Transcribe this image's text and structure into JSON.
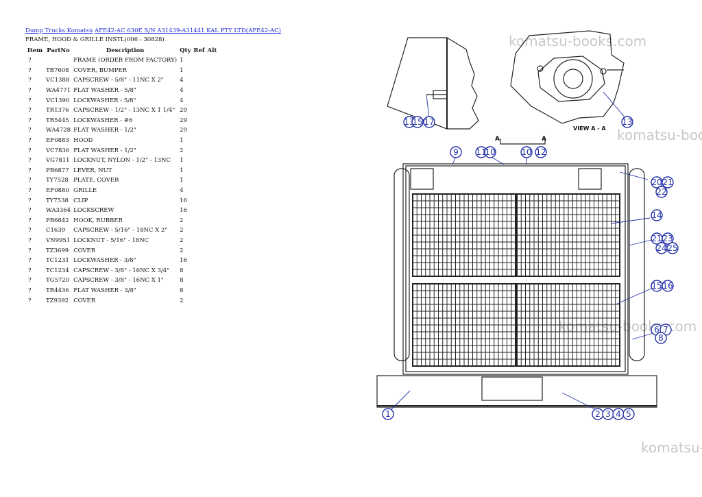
{
  "breadcrumb": {
    "link1": "Dump Trucks Komatsu",
    "link2": "AFE42-AC 630E S/N A31439-A31441 KAL PTY LTD(AFE42-AC)"
  },
  "page_title": "FRAME, HOOD & GRILLE INSTL(006 : 30828)",
  "table": {
    "headers": [
      "Item",
      "PartNo",
      "Description",
      "Qty",
      "Ref",
      "Alt"
    ],
    "rows": [
      [
        "?",
        "",
        "FRAME (ORDER FROM FACTORY)",
        "1"
      ],
      [
        "?",
        "TB7608",
        "COVER, BUMPER",
        "1"
      ],
      [
        "?",
        "VC1388",
        "CAPSCREW - 5/8\" - 11NC X 2\"",
        "4"
      ],
      [
        "?",
        "WA4771",
        "FLAT WASHER - 5/8\"",
        "4"
      ],
      [
        "?",
        "VC1390",
        "LOCKWASHER - 5/8\"",
        "4"
      ],
      [
        "?",
        "TR1376",
        "CAPSCREW - 1/2\" - 13NC X 1 1/4\"",
        "29"
      ],
      [
        "?",
        "TR5445",
        "LOCKWASHER - #6",
        "29"
      ],
      [
        "?",
        "WA4728",
        "FLAT WASHER - 1/2\"",
        "29"
      ],
      [
        "?",
        "EF0883",
        "HOOD",
        "1"
      ],
      [
        "?",
        "VC7836",
        "FLAT WASHER - 1/2\"",
        "2"
      ],
      [
        "?",
        "VG7811",
        "LOCKNUT, NYLON - 1/2\" - 13NC",
        "1"
      ],
      [
        "?",
        "PB6877",
        "LEVER, NUT",
        "1"
      ],
      [
        "?",
        "TY7528",
        "PLATE, COVER",
        "1"
      ],
      [
        "?",
        "EF0880",
        "GRILLE",
        "4"
      ],
      [
        "?",
        "TY7538",
        "CLIP",
        "16"
      ],
      [
        "?",
        "WA3364",
        "LOCKSCREW",
        "16"
      ],
      [
        "?",
        "PB6842",
        "HOOK, RUBBER",
        "2"
      ],
      [
        "?",
        "C1639",
        "CAPSCREW - 5/16\" - 18NC X 2\"",
        "2"
      ],
      [
        "?",
        "VN9951",
        "LOCKNUT - 5/16\" - 18NC",
        "2"
      ],
      [
        "?",
        "TZ3699",
        "COVER",
        "2"
      ],
      [
        "?",
        "TC1231",
        "LOCKWASHER - 3/8\"",
        "16"
      ],
      [
        "?",
        "TC1234",
        "CAPSCREW - 3/8\" - 16NC X 3/4\"",
        "8"
      ],
      [
        "?",
        "TG5720",
        "CAPSCREW - 3/8\" - 16NC X 1\"",
        "8"
      ],
      [
        "?",
        "TR4436",
        "FLAT WASHER - 3/8\"",
        "8"
      ],
      [
        "?",
        "TZ9392",
        "COVER",
        "2"
      ]
    ]
  },
  "watermark": "komatsu-books.com",
  "diagram": {
    "view_label": "VIEW A - A",
    "section_a": "A",
    "callouts": [
      "13",
      "15",
      "17",
      "13",
      "9",
      "11",
      "10",
      "10",
      "12",
      "20",
      "21",
      "22",
      "14",
      "21",
      "23",
      "24",
      "25",
      "15",
      "16",
      "6",
      "7",
      "8",
      "1",
      "2",
      "3",
      "4",
      "5"
    ]
  }
}
